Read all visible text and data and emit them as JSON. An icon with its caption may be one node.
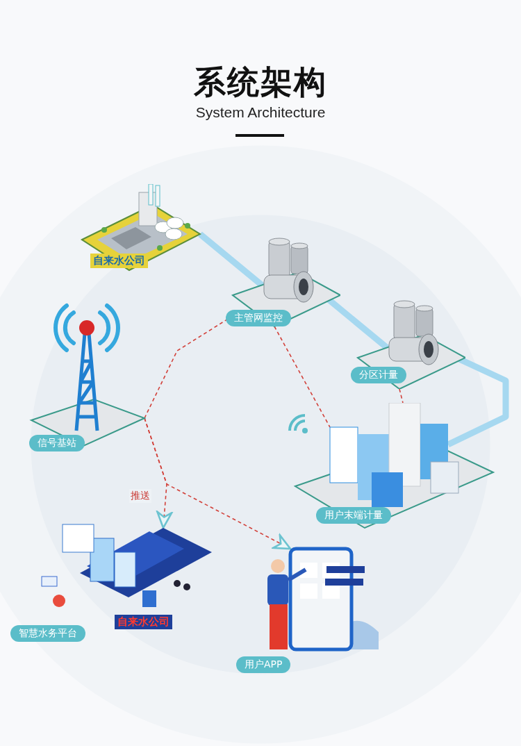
{
  "diagram": {
    "title": "系统架构",
    "nodes": [
      {
        "text": [
          "自来水公司"
        ]
      },
      {
        "text": [
          "主管网监控"
        ]
      },
      {
        "text": [
          "分区计量"
        ]
      },
      {
        "text": [
          "信号基站"
        ]
      },
      {
        "text": [
          "用户末端计量"
        ]
      },
      {
        "text": [
          "智慧水务平台",
          "自来水公司"
        ]
      },
      {
        "text": [
          "用户APP"
        ]
      }
    ],
    "edges": [
      {
        "from": 0,
        "to": 1,
        "arrow": "none",
        "style": "thick",
        "color": "#a6d8f0"
      },
      {
        "from": 1,
        "to": 2,
        "arrow": "none",
        "style": "thick",
        "color": "#a6d8f0"
      },
      {
        "from": 2,
        "to": 4,
        "arrow": "none",
        "style": "thick",
        "color": "#a6d8f0"
      },
      {
        "from": 3,
        "to": 1,
        "arrow": "none",
        "style": "dashed"
      },
      {
        "from": 1,
        "to": 4,
        "arrow": "none",
        "style": "dashed"
      },
      {
        "from": 2,
        "to": 4,
        "arrow": "none",
        "style": "dashed"
      },
      {
        "from": 3,
        "to": 6,
        "arrow": "to",
        "style": "dashed",
        "label": "推送"
      },
      {
        "from": 3,
        "to": 5,
        "arrow": "to",
        "style": "dashed"
      }
    ],
    "labels": [
      "System Architecture"
    ]
  }
}
